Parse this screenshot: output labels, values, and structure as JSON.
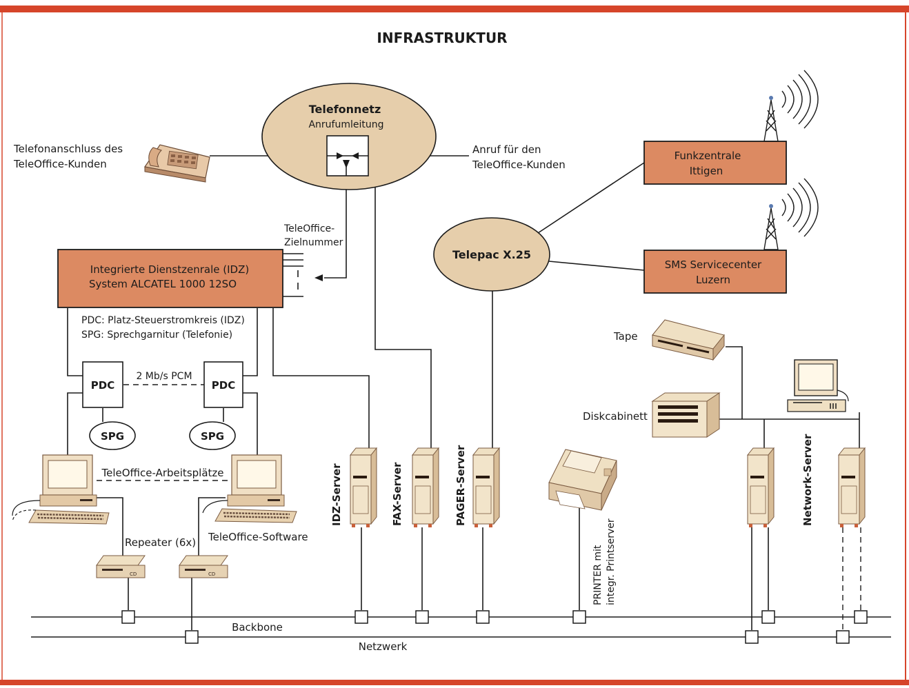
{
  "title": "INFRASTRUKTUR",
  "colors": {
    "border": "#d6452a",
    "ellipse": "#e6ceab",
    "box": "#dc8a62",
    "line": "#1b1b1b",
    "beige": "#efe0c3"
  },
  "telefonnetz": {
    "line1": "Telefonnetz",
    "line2": "Anrufumleitung"
  },
  "telefonanschluss": {
    "line1": "Telefonanschluss des",
    "line2": "TeleOffice-Kunden"
  },
  "anruf": {
    "line1": "Anruf für den",
    "line2": "TeleOffice-Kunden"
  },
  "zielnummer": {
    "line1": "TeleOffice-",
    "line2": "Zielnummer"
  },
  "idz": {
    "line1": "Integrierte Dienstzenrale (IDZ)",
    "line2": "System ALCATEL 1000 12SO"
  },
  "legend": {
    "line1": "PDC: Platz-Steuerstromkreis (IDZ)",
    "line2": "SPG: Sprechgarnitur (Telefonie)"
  },
  "pdc_left": "PDC",
  "pdc_right": "PDC",
  "pcm": "2 Mb/s PCM",
  "spg_left": "SPG",
  "spg_right": "SPG",
  "arbeitsplaetze": "TeleOffice-Arbeitsplätze",
  "repeater": "Repeater (6x)",
  "software": "TeleOffice-Software",
  "repeater_cd": "CD",
  "telepac": "Telepac X.25",
  "funkzentrale": {
    "line1": "Funkzentrale",
    "line2": "Ittigen"
  },
  "sms": {
    "line1": "SMS Servicecenter",
    "line2": "Luzern"
  },
  "tape": "Tape",
  "diskcabinett": "Diskcabinett",
  "servers": {
    "idz": "IDZ-Server",
    "fax": "FAX-Server",
    "pager": "PAGER-Server",
    "network": "Network-Server"
  },
  "printer": {
    "line1": "PRINTER mit",
    "line2": "integr. Printserver"
  },
  "backbone": "Backbone",
  "netzwerk": "Netzwerk"
}
